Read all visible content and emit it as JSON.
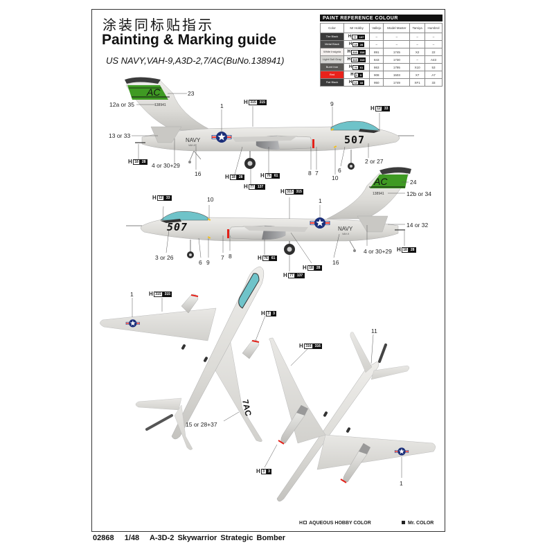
{
  "header": {
    "title_cn": "涂装同标贴指示",
    "title_en": "Painting & Marking guide",
    "subtitle": "US NAVY,VAH-9,A3D-2,7/AC(BuNo.138941)"
  },
  "paint_table": {
    "title": "PAINT  REFERENCE COLOUR",
    "columns": [
      "Color",
      "Mr Hobby",
      "Vallejo",
      "Model Master",
      "Tamiya",
      "Humbrol"
    ],
    "rows": [
      {
        "color": "Tire Black",
        "swatch": "#3a3a3a",
        "h": "H",
        "aqueous": "77",
        "mr": "137",
        "vallejo": "–",
        "model_master": "–",
        "tamiya": "–",
        "humbrol": "–"
      },
      {
        "color": "Metal Black",
        "swatch": "#4a4a4a",
        "h": "H",
        "aqueous": "18",
        "mr": "28",
        "vallejo": "–",
        "model_master": "–",
        "tamiya": "–",
        "humbrol": "–"
      },
      {
        "color": "White Insignia",
        "swatch": "#f4f0ee",
        "h": "H",
        "aqueous": "316",
        "mr": "316",
        "vallejo": "891",
        "model_master": "1745",
        "tamiya": "X2",
        "humbrol": "22"
      },
      {
        "color": "Light Gull Gray",
        "swatch": "#d5d5d2",
        "h": "H",
        "aqueous": "315",
        "mr": "315",
        "vallejo": "843",
        "model_master": "1730",
        "tamiya": "–",
        "humbrol": "A43"
      },
      {
        "color": "Burnt Iron",
        "swatch": "#5a5855",
        "h": "H",
        "aqueous": "76",
        "mr": "61",
        "vallejo": "863",
        "model_master": "1795",
        "tamiya": "X10",
        "humbrol": "53"
      },
      {
        "color": "Red",
        "swatch": "#e8221b",
        "h": "H",
        "aqueous": "3",
        "mr": "3",
        "vallejo": "908",
        "model_master": "1503",
        "tamiya": "X7",
        "humbrol": "A7"
      },
      {
        "color": "Flat Black",
        "swatch": "#3b3b3b",
        "h": "H",
        "aqueous": "12",
        "mr": "33",
        "vallejo": "950",
        "model_master": "1749",
        "tamiya": "XF1",
        "humbrol": "33"
      }
    ]
  },
  "side_view_left": {
    "tail_code": "AC",
    "serial": "138941",
    "nose_number": "507",
    "navy_text": "NAVY",
    "squadron_text": "VAH-9",
    "callouts": {
      "c23": "23",
      "c12a": "12a or 35",
      "c13": "13 or 33",
      "c1": "1",
      "c9": "9",
      "c2": "2 or 27",
      "c4": "4 or 30+29",
      "c16": "16",
      "c8": "8",
      "c7": "7",
      "c10": "10",
      "c6": "6"
    },
    "paint_callouts": {
      "p315": {
        "h": "H",
        "w": "315",
        "b": "315"
      },
      "p12": {
        "h": "H",
        "w": "12",
        "b": "33"
      },
      "p18a": {
        "h": "H",
        "w": "18",
        "b": "28"
      },
      "p18b": {
        "h": "H",
        "w": "18",
        "b": "28"
      },
      "p76": {
        "h": "H",
        "w": "76",
        "b": "61"
      },
      "p77": {
        "h": "H",
        "w": "77",
        "b": "137"
      }
    }
  },
  "side_view_right": {
    "tail_code": "AC",
    "serial": "138941",
    "nose_number": "507",
    "navy_text": "NAVY",
    "squadron_text": "VAH-9",
    "callouts": {
      "c24": "24",
      "c12b": "12b or 34",
      "c14": "14 or 32",
      "c4": "4 or 30+29",
      "c16": "16",
      "c10": "10",
      "c1": "1",
      "c3": "3 or 26",
      "c6": "6",
      "c9": "9",
      "c7": "7",
      "c8": "8"
    },
    "paint_callouts": {
      "p12": {
        "h": "H",
        "w": "12",
        "b": "33"
      },
      "p315": {
        "h": "H",
        "w": "315",
        "b": "315"
      },
      "p18a": {
        "h": "H",
        "w": "18",
        "b": "28"
      },
      "p18b": {
        "h": "H",
        "w": "18",
        "b": "28"
      },
      "p76": {
        "h": "H",
        "w": "76",
        "b": "61"
      },
      "p77": {
        "h": "H",
        "w": "77",
        "b": "137"
      }
    }
  },
  "top_view": {
    "wing_code": "7AC",
    "callouts": {
      "c1": "1",
      "c15": "15 or 28+37"
    },
    "paint_callouts": {
      "p315": {
        "h": "H",
        "w": "315",
        "b": "315"
      },
      "p3": {
        "h": "H",
        "w": "3",
        "b": "3"
      }
    }
  },
  "bottom_view": {
    "callouts": {
      "c11": "11",
      "c1": "1"
    },
    "paint_callouts": {
      "p316": {
        "h": "H",
        "w": "316",
        "b": "316"
      },
      "p3": {
        "h": "H",
        "w": "3",
        "b": "3"
      }
    }
  },
  "legend": {
    "aqueous_prefix": "H",
    "aqueous_label": "AQUEOUS HOBBY COLOR",
    "mr_label": "Mr. COLOR"
  },
  "footer": {
    "product_code": "02868",
    "scale": "1/48",
    "name": "A-3D-2 Skywarrior Strategic Bomber"
  },
  "colors": {
    "gull_gray": "#dcdbd8",
    "tail_green": "#3f9a23",
    "canopy": "#6fc3c9",
    "insignia_blue": "#1b2f7a",
    "red": "#e32119",
    "frame": "#333333"
  }
}
